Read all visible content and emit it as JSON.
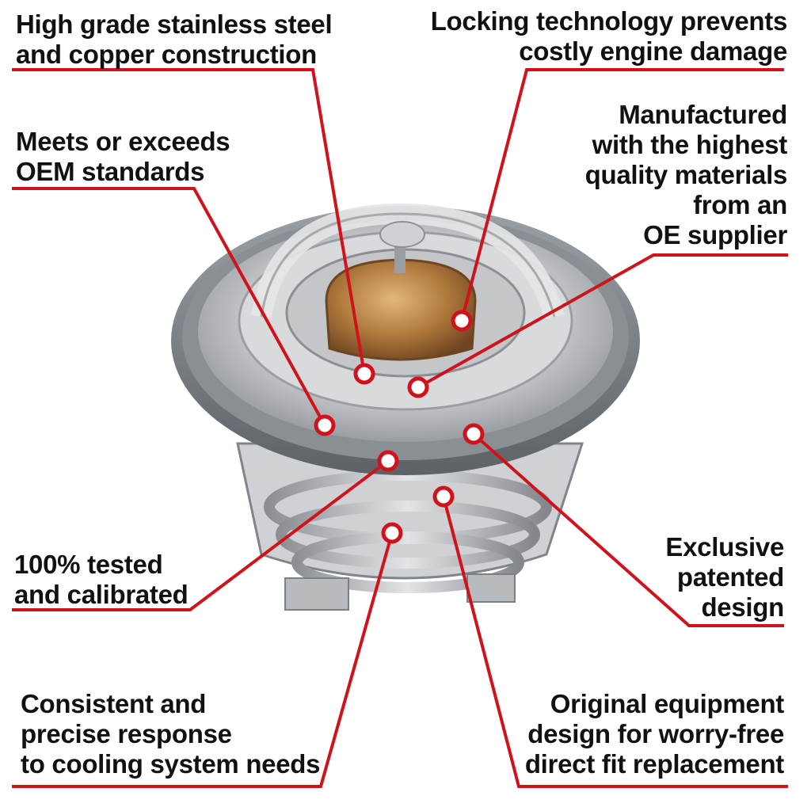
{
  "callouts": [
    {
      "id": "stainless",
      "text": "High grade stainless steel\nand copper construction"
    },
    {
      "id": "locking",
      "text": "Locking technology prevents\ncostly engine damage"
    },
    {
      "id": "oem",
      "text": "Meets or exceeds\nOEM standards"
    },
    {
      "id": "manufactured",
      "text": "Manufactured\nwith the highest\nquality materials\nfrom an\nOE supplier"
    },
    {
      "id": "tested",
      "text": "100% tested\nand calibrated"
    },
    {
      "id": "exclusive",
      "text": "Exclusive\npatented\ndesign"
    },
    {
      "id": "consistent",
      "text": "Consistent and\nprecise response\nto cooling system needs"
    },
    {
      "id": "original",
      "text": "Original equipment\ndesign for worry-free\ndirect fit replacement"
    }
  ],
  "colors": {
    "accent": "#d0121b",
    "text": "#111111",
    "steel": "#b9bcbf",
    "gasket": "#7d8287",
    "copper": "#a87438"
  },
  "product_image": "thermostat-photo"
}
